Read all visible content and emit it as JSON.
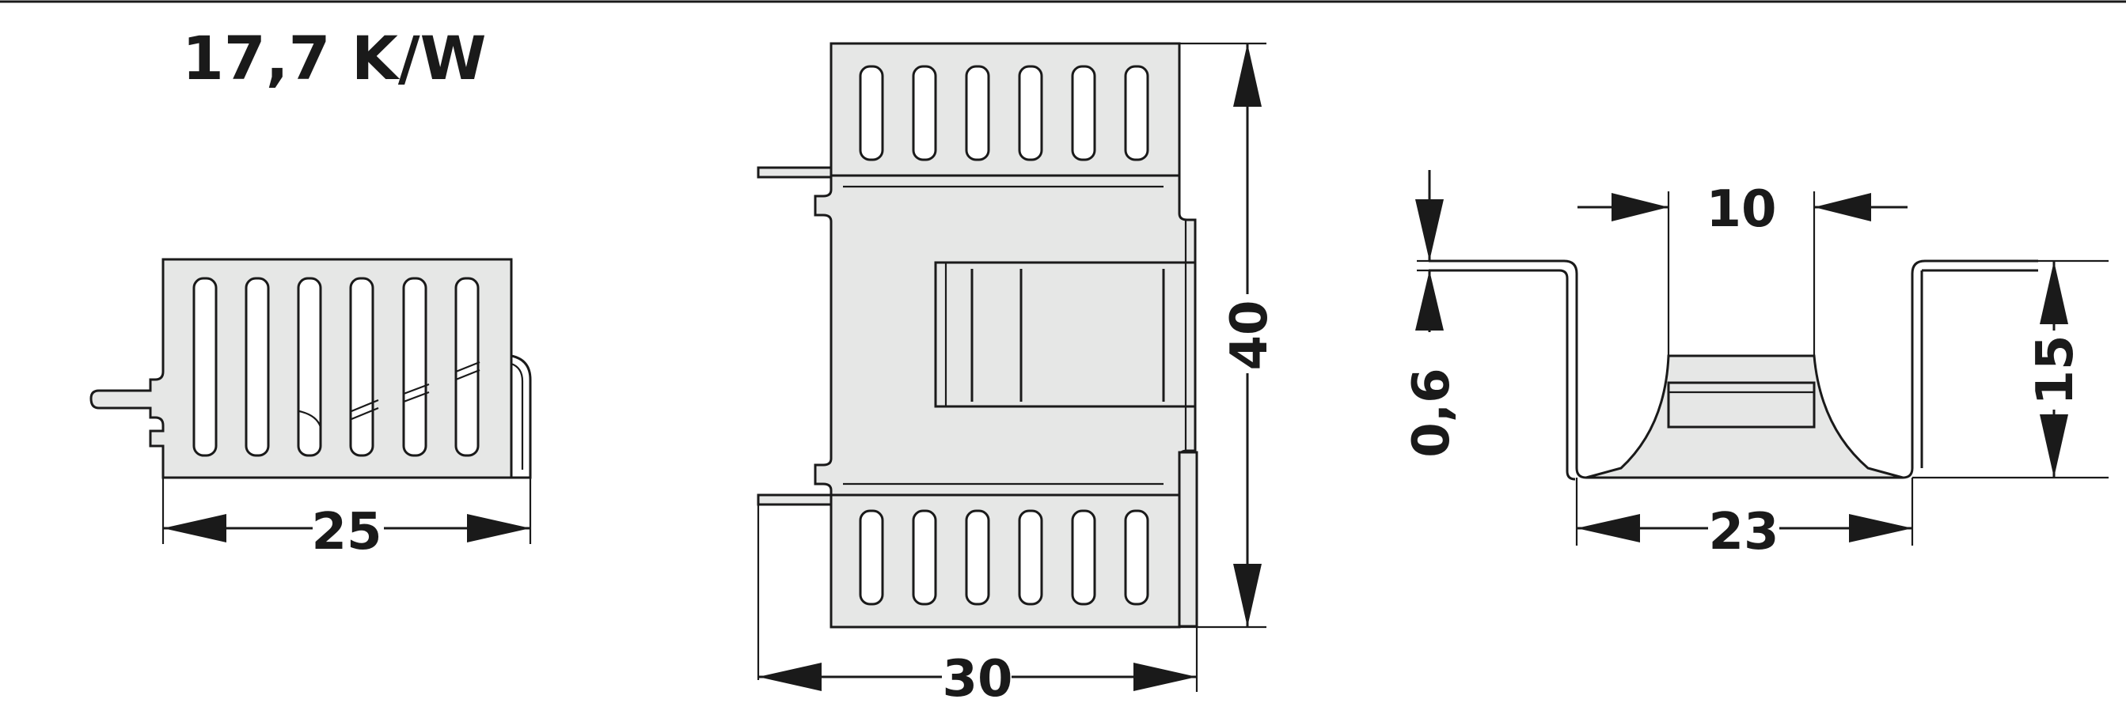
{
  "figure": {
    "thermal_resistance": "17,7 K/W",
    "dimensions": {
      "side_width": "25",
      "top_width": "30",
      "top_height": "40",
      "profile_inner_width": "10",
      "profile_outer_width": "23",
      "profile_height": "15",
      "material_thickness": "0,6"
    }
  },
  "colors": {
    "line": "#1a1a1a",
    "part_fill": "#e6e7e6",
    "background": "#ffffff"
  }
}
